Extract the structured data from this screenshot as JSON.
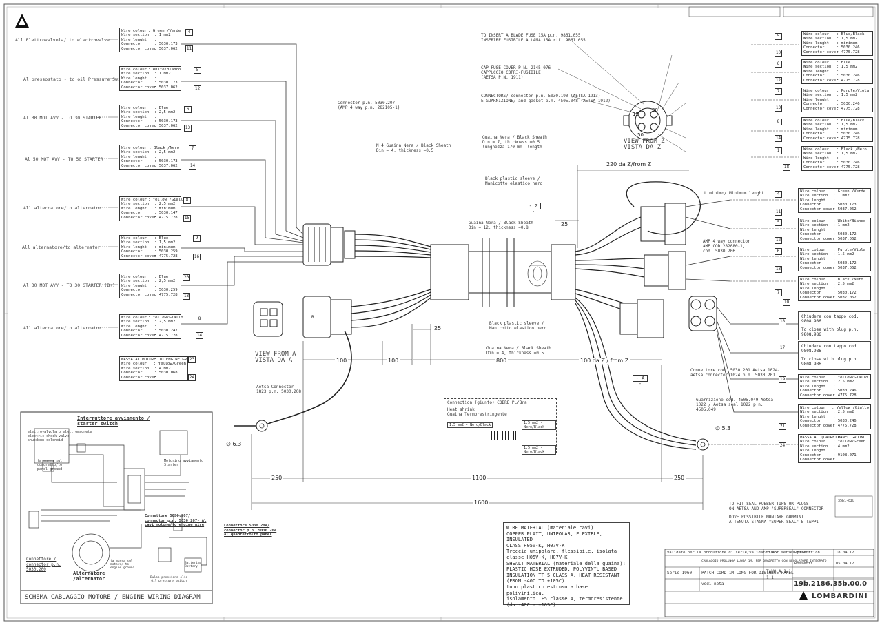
{
  "left_connectors": [
    {
      "dest": "All Elettrovalvola/ to electrovalve",
      "specs": [
        [
          "Wire colour",
          ": Green /Verde"
        ],
        [
          "Wire section",
          ": 1 mm2"
        ],
        [
          "Wire lenght",
          ":"
        ],
        [
          "Connector",
          ": 5030.173"
        ],
        [
          "Connector cover",
          ": 5037.062"
        ]
      ],
      "n1": "4",
      "n2": "11"
    },
    {
      "dest": "Al pressostato - to oil Pressure Switch",
      "specs": [
        [
          "Wire colour",
          ": White/Bianco"
        ],
        [
          "Wire section",
          ": 1 mm2"
        ],
        [
          "Wire lenght",
          ":"
        ],
        [
          "Connector",
          ": 5030.173"
        ],
        [
          "Connector cover",
          ": 5037.062"
        ]
      ],
      "n1": "5",
      "n2": "12"
    },
    {
      "dest": "Al 30 MOT AVV - TO 30 STARTER",
      "specs": [
        [
          "Wire colour",
          ": Blue"
        ],
        [
          "Wire section",
          ": 2,5 mm2"
        ],
        [
          "Wire lenght",
          ":"
        ],
        [
          "Connector",
          ": 5030.173"
        ],
        [
          "Connector cover",
          ": 5037.062"
        ]
      ],
      "n1": "6",
      "n2": "13"
    },
    {
      "dest": "Al 50 MOT AVV - TO 50 STARTER",
      "specs": [
        [
          "Wire colour",
          ": Black /Nero"
        ],
        [
          "Wire section",
          ": 2,5 mm2"
        ],
        [
          "Wire lenght",
          ":"
        ],
        [
          "Connector",
          ": 5030.173"
        ],
        [
          "Connector cover",
          ": 5037.062"
        ]
      ],
      "n1": "7",
      "n2": "14"
    },
    {
      "dest": "All alternatore/to alternator",
      "specs": [
        [
          "Wire colour",
          ": Yellow /Giallo"
        ],
        [
          "Wire section",
          ": 2,5 mm2"
        ],
        [
          "Wire lenght",
          ": minimum"
        ],
        [
          "Connector",
          ": 5030.147"
        ],
        [
          "Connector cover",
          ": 4775.728"
        ]
      ],
      "n1": "8",
      "n2": "15"
    },
    {
      "dest": "All alternatore/to alternator",
      "specs": [
        [
          "Wire colour",
          ": Blue"
        ],
        [
          "Wire section",
          ": 1,5 mm2"
        ],
        [
          "Wire lenght",
          ": minimum"
        ],
        [
          "Connector",
          ": 5030.259"
        ],
        [
          "Connector cover",
          ": 4775.728"
        ]
      ],
      "n1": "9",
      "n2": "16"
    },
    {
      "dest": "Al 30 MOT AVV - TO 30 STARTER (B+)",
      "specs": [
        [
          "Wire colour",
          ": Blue"
        ],
        [
          "Wire section",
          ": 2,5 mm2"
        ],
        [
          "Wire lenght",
          ":"
        ],
        [
          "Connector",
          ": 5030.259"
        ],
        [
          "Connector cover",
          ": 4775.728"
        ]
      ],
      "n1": "20",
      "n2": "13"
    },
    {
      "dest": "All alternatore/to alternator",
      "specs": [
        [
          "Wire colour",
          ": Yellow/Giallo"
        ],
        [
          "Wire section",
          ": 2,5 mm2"
        ],
        [
          "Wire lenght",
          ":"
        ],
        [
          "Connector",
          ": 5030.247"
        ],
        [
          "Connector cover",
          ": 4775.728"
        ]
      ],
      "n1": "8",
      "n2": "14"
    }
  ],
  "ground_table": {
    "specs": [
      [
        "MASSA AL MOTORE",
        ": TO ENGINE GROUND"
      ],
      [
        "Wire colour",
        ": Yellow/Green"
      ],
      [
        "Wire section",
        ": 4 mm2"
      ],
      [
        "Connector",
        ": 5030.068"
      ],
      [
        "Connector cover",
        ":"
      ]
    ],
    "n1": "23",
    "n2": "24"
  },
  "right_connectors": [
    {
      "specs": [
        [
          "Wire colour",
          ": Blue/Black"
        ],
        [
          "Wire section",
          ": 1,5 mm2"
        ],
        [
          "Wire lenght",
          ": minimum"
        ],
        [
          "Connector",
          ": 5030.246"
        ],
        [
          "Connector cover",
          ": 4775.728"
        ]
      ],
      "n1": "5",
      "n2": "10"
    },
    {
      "specs": [
        [
          "Wire colour",
          ": Blue"
        ],
        [
          "Wire section",
          ": 1,5 mm2"
        ],
        [
          "Wire lenght",
          ":"
        ],
        [
          "Connector",
          ": 5030.246"
        ],
        [
          "Connector cover",
          ": 4775.728"
        ]
      ],
      "n1": "6",
      "n2": "12"
    },
    {
      "specs": [
        [
          "Wire colour",
          ": Purple/Viola"
        ],
        [
          "Wire section",
          ": 1,5 mm2"
        ],
        [
          "Wire lenght",
          ":"
        ],
        [
          "Connector",
          ": 5030.246"
        ],
        [
          "Connector cover",
          ": 4775.728"
        ]
      ],
      "n1": "7",
      "n2": "13"
    },
    {
      "specs": [
        [
          "Wire colour",
          ": Blue/Black"
        ],
        [
          "Wire section",
          ": 1,5 mm2"
        ],
        [
          "Wire lenght",
          ": minimum"
        ],
        [
          "Connector",
          ": 5030.246"
        ],
        [
          "Connector cover",
          ": 4775.728"
        ]
      ],
      "n1": "8",
      "n2": "14"
    },
    {
      "specs": [
        [
          "Wire colour",
          ": Black /Nero"
        ],
        [
          "Wire section",
          ": 1,5 mm2"
        ],
        [
          "Wire lenght",
          ":"
        ],
        [
          "Connector",
          ": 5030.246"
        ],
        [
          "Connector cover",
          ": 4775.728"
        ]
      ],
      "n1": "1",
      "n2": "18"
    },
    {
      "specs": [
        [
          "Wire colour",
          ": Green /Verde"
        ],
        [
          "Wire section",
          ": 1 mm2"
        ],
        [
          "Wire lenght",
          ":"
        ],
        [
          "Connector",
          ": 5030.173"
        ],
        [
          "Connector cover",
          ": 5037.062"
        ]
      ],
      "n1": "4",
      "n2": "11"
    },
    {
      "specs": [
        [
          "Wire colour",
          ": White/Bianco"
        ],
        [
          "Wire section",
          ": 1 mm2"
        ],
        [
          "Wire lenght",
          ":"
        ],
        [
          "Connector",
          ": 5030.172"
        ],
        [
          "Connector cover",
          ": 5037.062"
        ]
      ],
      "n1": "5",
      "n2": "12"
    },
    {
      "specs": [
        [
          "Wire colour",
          ": Purple/Viola"
        ],
        [
          "Wire section",
          ": 1,5 mm2"
        ],
        [
          "Wire lenght",
          ":"
        ],
        [
          "Connector",
          ": 5030.172"
        ],
        [
          "Connector cover",
          ": 5037.062"
        ]
      ],
      "n1": "6",
      "n2": "13"
    },
    {
      "specs": [
        [
          "Wire colour",
          ": Black /Nero"
        ],
        [
          "Wire section",
          ": 2,5 mm2"
        ],
        [
          "Wire lenght",
          ":"
        ],
        [
          "Connector",
          ": 5030.172"
        ],
        [
          "Connector cover",
          ": 5037.062"
        ]
      ],
      "n1": "7",
      "n2": "10"
    }
  ],
  "plug_notes": [
    {
      "text1": "Chiudere con tappo cod. 9808.986",
      "text2": "To close with plug p.n. 9808.986",
      "n": "18"
    },
    {
      "text1": "Chiudere con tappo cod 9808.986",
      "text2": "To close with plug p.n. 9808.986",
      "n": "17"
    }
  ],
  "right_lower_connectors": [
    {
      "specs": [
        [
          "Wire colour",
          ": Yellow/Giallo"
        ],
        [
          "Wire section",
          ": 2,5 mm2"
        ],
        [
          "Wire lenght",
          ":"
        ],
        [
          "Connector",
          ": 5030.246"
        ],
        [
          "Connector cover",
          ": 4775.728"
        ]
      ],
      "n": "19"
    },
    {
      "specs": [
        [
          "Wire colour",
          ": Yellow /Giallo"
        ],
        [
          "Wire section",
          ": 2,5 mm2"
        ],
        [
          "Wire lenght",
          ":"
        ],
        [
          "Connector",
          ": 5030.246"
        ],
        [
          "Connector cover",
          ": 4775.728"
        ]
      ],
      "n": "21"
    },
    {
      "specs": [
        [
          "MASSA AL QUADRETTO",
          ": PANEL GROUND"
        ],
        [
          "Wire colour",
          ": Yellow/Green"
        ],
        [
          "Wire section",
          ": 4 mm2"
        ],
        [
          "Wire lenght",
          ":"
        ],
        [
          "Connector",
          ": 9108.071"
        ],
        [
          "Connector cover",
          ":"
        ]
      ],
      "n": "24"
    }
  ],
  "callouts": {
    "connector_amp": "Connector p.n. 5030.207\n(AMP 4 way p.n. 282105-1)",
    "nl4": "N.4 Guaina Nera / Black Sheath\nDin = 4, thickness =0.5",
    "guaina1": "Guaina Nera / Black Sheath\nDin = 7, thickness =0.5\nlunghezza 170 mm  length",
    "sleeve1": "Black plastic sleeve /\nManicotto elastico nero",
    "guaina2": "Guaina Nera / Black Sheath\nDin = 12, thickness =0.8",
    "sleeve2": "Black plastic sleeve /\nManicotto elastico nero",
    "guaina3": "Guaina Nera / Black Sheath\nDin = 4, thickness =0.5",
    "fuse": "TO INSERT A BLADE FUSE 15A p.n. 9861.055\nINSERIRE FUSIBILE A LAMA 15A rif. 9861.055",
    "cap": "CAP FUSE COVER P.N. 2145.076\nCAPPUCCIO COPRI-FUSIBILE\n(AETSA P.N. 1911)",
    "connectors_z": "CONNECTORS/ connector p.n. 5030.190 (AETSA 1913)\nE GUARNIZIONE/ and gasket p.n. 4505.048 (AETSA 1912)",
    "view_z": "VIEW FROM Z\nVISTA DA Z",
    "view_a": "VIEW FROM A\nVISTA DA A",
    "aetsa_conn": "Aetsa Connector\n1823 p.n. 5030.208",
    "minimum": "L minimo/ Minimum lenght",
    "amp_right": "AMP 4 way connector\nAMP COD 282080-1,\ncod. 5030.206",
    "conn_cod": "Connettore cod. 5030.201 Aetsa 1024-\naetsa connector 1024 p.n. 5030.201",
    "gasket": "Guarnizione cod. 4505.049 Aetsa\n1022 / Aetsa seal 1022 p.n.\n4505.049",
    "cobre": "Connection (giunto) COBRE PL/Bra",
    "heatshrink": "Heat shrink\nGuaina Termorestringente",
    "w15a": "1.5 mm2 - Nero/Black",
    "w15b": "1.5 mm2 - Nero/Black",
    "w15c": "1.5 mm2 - Nero/Black",
    "fit": "TO FIT SEAL RUBBER TIPS OR PLUGS\nON AETSA AND AMP \"SUPERSEAL\" CONNECTOR",
    "dove": "DOVE POSSIBILE MONTARE GOMMINI\nA TENUTA STAGNA \"SUPER SEAL\" E TAPPI",
    "z_marker": "- Z -",
    "a_marker": "- A -"
  },
  "dimensions": {
    "d220": "220 da Z/from Z",
    "d25a": "25",
    "d25b": "25",
    "d100a": "100",
    "d100b": "100",
    "d800": "800",
    "d100c": "100  da  Z / from Z",
    "d250a": "250",
    "d1100": "1100",
    "d250b": "250",
    "d1600": "1600",
    "phi63": "∅ 6.3",
    "phi53": "∅ 5.3"
  },
  "materials_note": {
    "l1": "WIRE MATERIAL (materiale cavi):",
    "l2": "COPPER PLAIT, UNIPOLAR, FLEXIBLE, INSULATED",
    "l3": "CLASS H05V-K, H07V-K",
    "l4": "Treccia unipolare, flessibile, isolata",
    "l5": "classe H05V-K, H07V-K",
    "l6": "SHEALT MATERIAL (materiale della guaina):",
    "l7": "PLASTIC HOSE EXTRUDED, POLYVINYL BASED",
    "l8": "INSULATION TF 5 CLASS A, HEAT RESISTANT",
    "l9": "(FROM -40C TO +105C)",
    "l10": "tubo plastico estruso a base polivinilica,",
    "l11": "isolamento TF5 classe A, termoresistente",
    "l12": "(da -40C a +105C)"
  },
  "schematic": {
    "title": "SCHEMA CABLAGGIO MOTORE / ENGINE WIRING DIAGRAM",
    "starter_title": "Interruttore avviamento /\nstarter switch",
    "electrovalve": "elettrovalvola o elettromagnete\nelectric shock valve\nshutdown solenoid",
    "motor": "Motorino avviamento\nStarter",
    "quadretto": "(a massa sul\nquadretto/to\npanel ground)",
    "conn_207": "Connettore 5030.207/\nconnector p.n. 5030.207- Al\ncavi motore/to engine wire",
    "conn_204": "Connettore 5030.204/\nconnector p.n. 5030.204\nAl quadretto/to panel",
    "conn_200": "Connettore /\nconnector p.n.\n5030.200",
    "alternator": "Alternatore\n/alternator",
    "battery": "Batteria/\nBattery",
    "oilswitch": "Bulbo pressione olio\nOil pressure switch",
    "to_motor": "(a massa sul\nmotore/ to\nengine ground"
  },
  "title_block": {
    "validity": "Validato per la produzione di serie/validated for series production",
    "code": "55849",
    "author1": "Rossetti",
    "date1": "18.04.12",
    "author2": "Rossetti",
    "date2": "05.04.12",
    "series": "Serie 1960",
    "desc_it": "CABLAGGIO PROLUNGA LUNGA 1M. PER QUADRETTO CON REGOLATORE INTEGRATO",
    "desc_en": "PATCH CORD 1M LONG FOR DISTANCE PANEL",
    "tavola": "TAVOLA 1/1",
    "scale": "1:1",
    "material": "vedi nota",
    "part_number": "19b.2186.35b.00.0",
    "brand": "LOMBARDINI",
    "stamp_r": "35b1-02b"
  }
}
